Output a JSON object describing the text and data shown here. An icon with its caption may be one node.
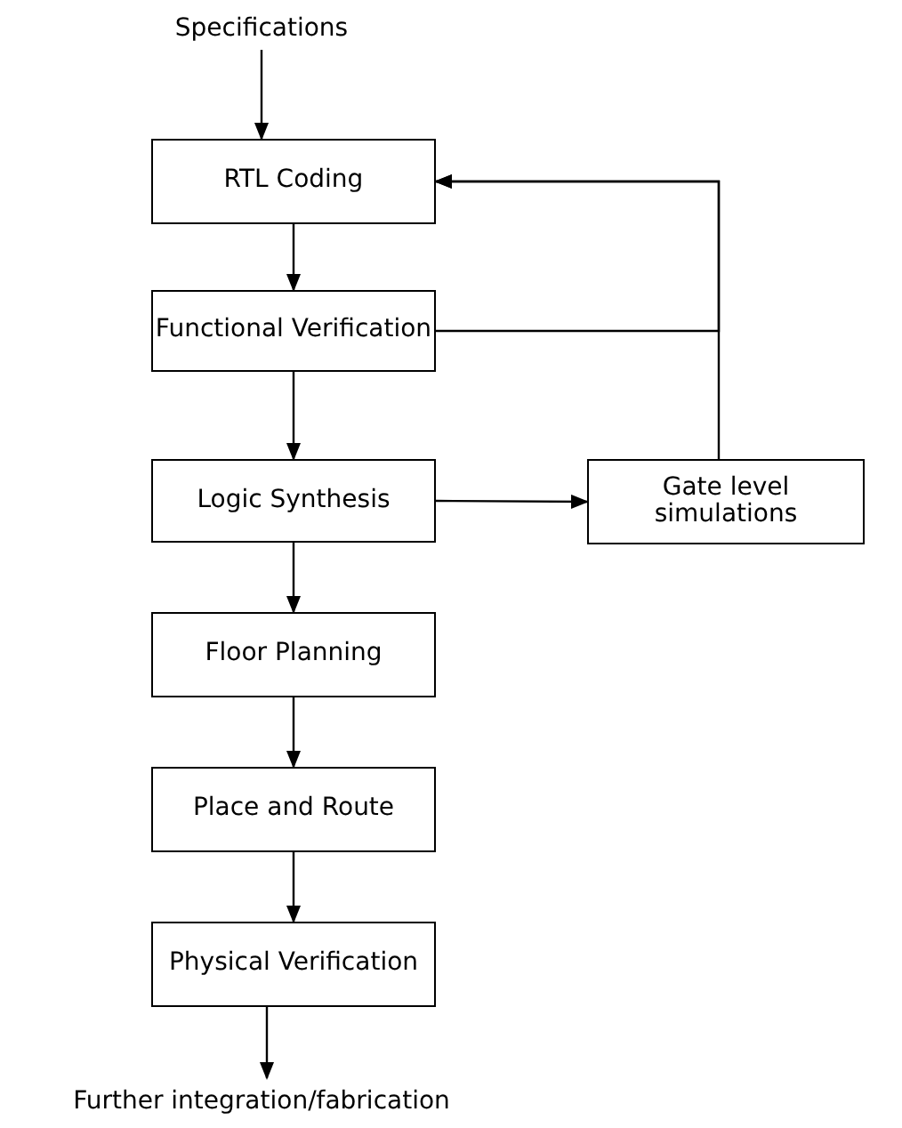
{
  "diagram": {
    "nodes": [
      {
        "text": [
          "Specifications"
        ]
      },
      {
        "text": [
          "RTL Coding"
        ]
      },
      {
        "text": [
          "Functional Verification"
        ]
      },
      {
        "text": [
          "Logic Synthesis"
        ]
      },
      {
        "text": [
          "Gate level simulations"
        ]
      },
      {
        "text": [
          "Floor Planning"
        ]
      },
      {
        "text": [
          "Place and Route"
        ]
      },
      {
        "text": [
          "Physical Verification"
        ]
      },
      {
        "text": [
          "Further integration/fabrication"
        ]
      }
    ],
    "edges": [
      {
        "from": 0,
        "to": 1,
        "arrow": "to"
      },
      {
        "from": 1,
        "to": 2,
        "arrow": "to"
      },
      {
        "from": 2,
        "to": 3,
        "arrow": "to"
      },
      {
        "from": 3,
        "to": 4,
        "arrow": "to"
      },
      {
        "from": 2,
        "to": 1,
        "arrow": "to"
      },
      {
        "from": 4,
        "to": 1,
        "arrow": "to"
      },
      {
        "from": 3,
        "to": 5,
        "arrow": "to"
      },
      {
        "from": 5,
        "to": 6,
        "arrow": "to"
      },
      {
        "from": 6,
        "to": 7,
        "arrow": "to"
      },
      {
        "from": 7,
        "to": 8,
        "arrow": "to"
      }
    ]
  }
}
